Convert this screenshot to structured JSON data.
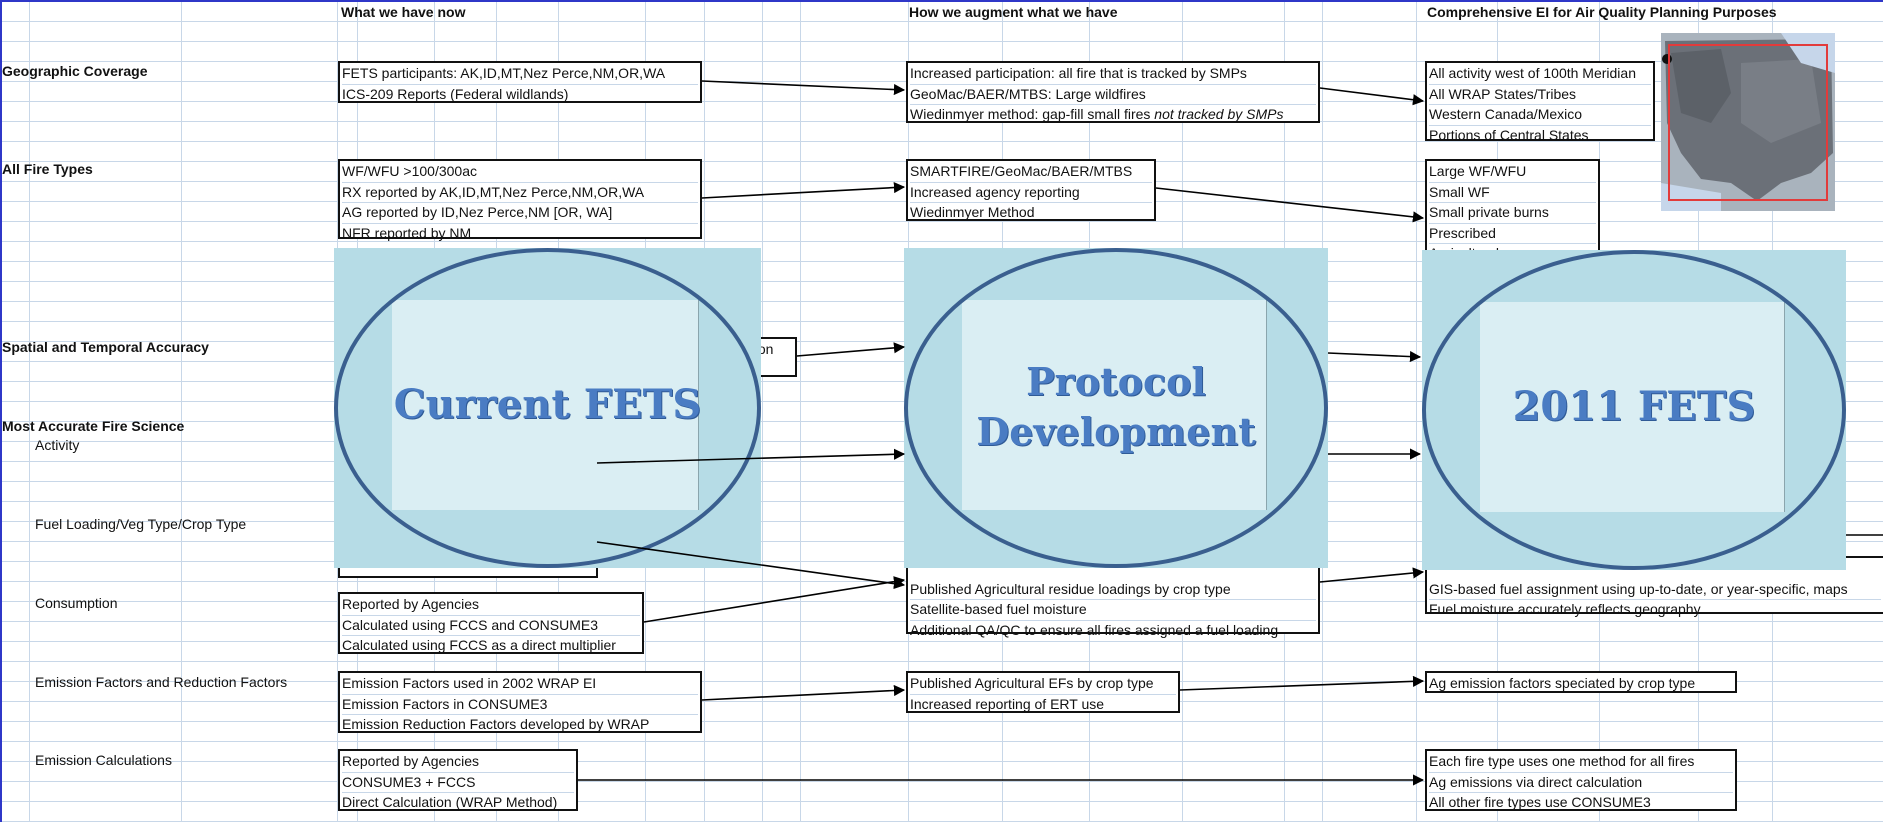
{
  "headers": {
    "col1": "What we have now",
    "col2": "How we augment what we have",
    "col3": "Comprehensive EI for Air Quality Planning Purposes"
  },
  "row_labels": {
    "geographic_coverage": "Geographic Coverage",
    "all_fire_types": "All Fire Types",
    "spatial_temporal": "Spatial and Temporal Accuracy",
    "fire_science": "Most Accurate Fire Science",
    "activity": "Activity",
    "fuel_loading": "Fuel Loading/Veg Type/Crop Type",
    "consumption": "Consumption",
    "emission_factors": "Emission Factors and Reduction Factors",
    "emission_calcs": "Emission Calculations"
  },
  "boxes": {
    "geo_now": [
      "FETS participants: AK,ID,MT,Nez Perce,NM,OR,WA",
      "ICS-209 Reports (Federal wildlands)"
    ],
    "geo_aug": [
      "Increased participation: all fire that is tracked by SMPs",
      "GeoMac/BAER/MTBS: Large wildfires"
    ],
    "geo_aug_last": {
      "normal": "Wiedinmyer method: gap-fill small fires ",
      "italic": "not tracked by SMPs"
    },
    "geo_ei": [
      "All activity west of 100th Meridian",
      "All WRAP States/Tribes",
      "Western Canada/Mexico",
      "Portions of Central States"
    ],
    "types_now": [
      "WF/WFU >100/300ac",
      "RX reported by AK,ID,MT,Nez Perce,NM,OR,WA",
      "AG reported by ID,Nez Perce,NM [OR, WA]",
      "NFR reported by NM"
    ],
    "types_aug": [
      "SMARTFIRE/GeoMac/BAER/MTBS",
      "Increased agency reporting",
      "Wiedinmyer Method"
    ],
    "types_ei": [
      "Large WF/WFU",
      "Small WF",
      "Small private burns",
      "Prescribed",
      "Agricultural"
    ],
    "spatial_now_fragment": "nition",
    "fuel_aug": [
      "Published Agricultural residue loadings by crop type",
      "Satellite-based fuel moisture",
      "Additional QA/QC to ensure all fires assigned a fuel loading"
    ],
    "fuel_ei": [
      "GIS-based fuel assignment using up-to-date, or year-specific, maps",
      "Fuel moisture accurately reflects geography"
    ],
    "cons_now": [
      "Reported by Agencies",
      "Calculated using FCCS and CONSUME3",
      "Calculated using FCCS as a direct multiplier"
    ],
    "ef_now": [
      "Emission Factors used in 2002 WRAP EI",
      "Emission Factors in CONSUME3",
      "Emission Reduction Factors developed by WRAP"
    ],
    "ef_aug": [
      "Published Agricultural EFs by crop type",
      "Increased reporting of ERT use"
    ],
    "ef_ei": [
      "Ag emission factors speciated by crop type"
    ],
    "calc_now": [
      "Reported by Agencies",
      "CONSUME3 + FCCS",
      "Direct Calculation (WRAP Method)"
    ],
    "calc_ei": [
      "Each fire type uses one method for all fires",
      "Ag emissions via direct calculation",
      "All other fire types use CONSUME3"
    ]
  },
  "panels": {
    "current": "Current FETS",
    "protocol_line1": "Protocol",
    "protocol_line2": "Development",
    "future": "2011 FETS"
  },
  "map": {
    "icon": "us-map-icon",
    "highlight_color": "#e23b3b"
  },
  "colors": {
    "grid": "#c8d7e8",
    "panel_bg": "#b6dce6",
    "panel_inner": "#daeef3",
    "ellipse": "#3a5f8f",
    "panel_text": "#4a7cc3"
  }
}
